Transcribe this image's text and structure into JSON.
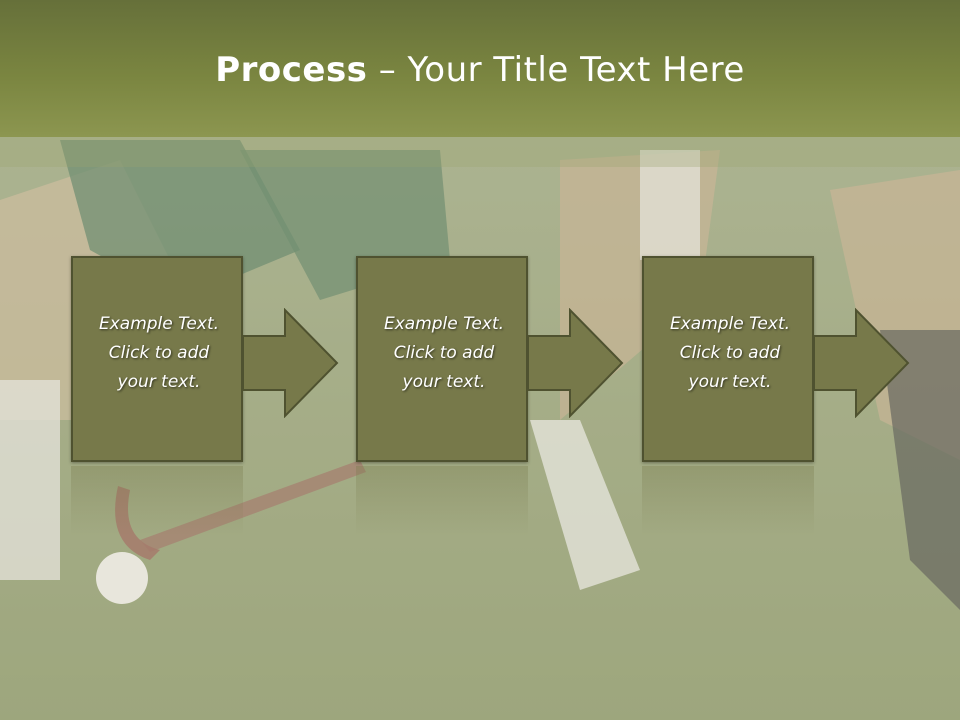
{
  "title": {
    "bold": "Process",
    "rest": " – Your Title Text Here"
  },
  "steps": [
    {
      "line1": "Example Text.",
      "line2": "Click  to add",
      "line3": "your text."
    },
    {
      "line1": "Example Text.",
      "line2": "Click  to add",
      "line3": "your text."
    },
    {
      "line1": "Example Text.",
      "line2": "Click  to add",
      "line3": "your text."
    }
  ],
  "colors": {
    "title_bar": "#7a8540",
    "box_fill": "#77794a",
    "box_border": "#4f5230",
    "text": "#ffffff"
  },
  "icons": [
    "right-arrow-icon",
    "right-arrow-icon",
    "right-arrow-icon"
  ]
}
